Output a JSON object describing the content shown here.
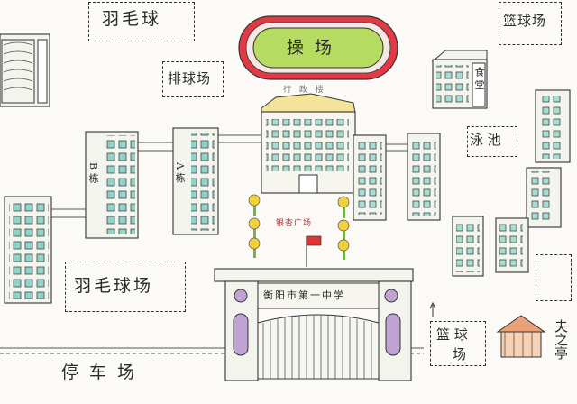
{
  "labels": {
    "playground": "操 场",
    "badminton_top": "羽毛球",
    "badminton_bottom": "羽毛球场",
    "volleyball": "排球场",
    "basketball_top": "篮球场",
    "basketball_bottom_1": "篮 球",
    "basketball_bottom_2": "场",
    "pool": "泳 池",
    "parking": "停 车 场",
    "admin_building": "行 政 楼",
    "cafeteria": "食 堂",
    "building_a": "A 栋",
    "building_b": "B 栋",
    "square": "银杏广场",
    "gate_sign": "衡阳市第一中学",
    "pavilion": "夫之亭"
  },
  "colors": {
    "track_outer": "#e23a44",
    "field": "#b6db61",
    "gate_purple": "#c1a3d3",
    "window_teal": "#8fd3c9",
    "tree_yellow": "#f1d23c",
    "tree_trunk": "#7ab24f",
    "flag_red": "#e03535",
    "admin_roof": "#f3e49a"
  }
}
